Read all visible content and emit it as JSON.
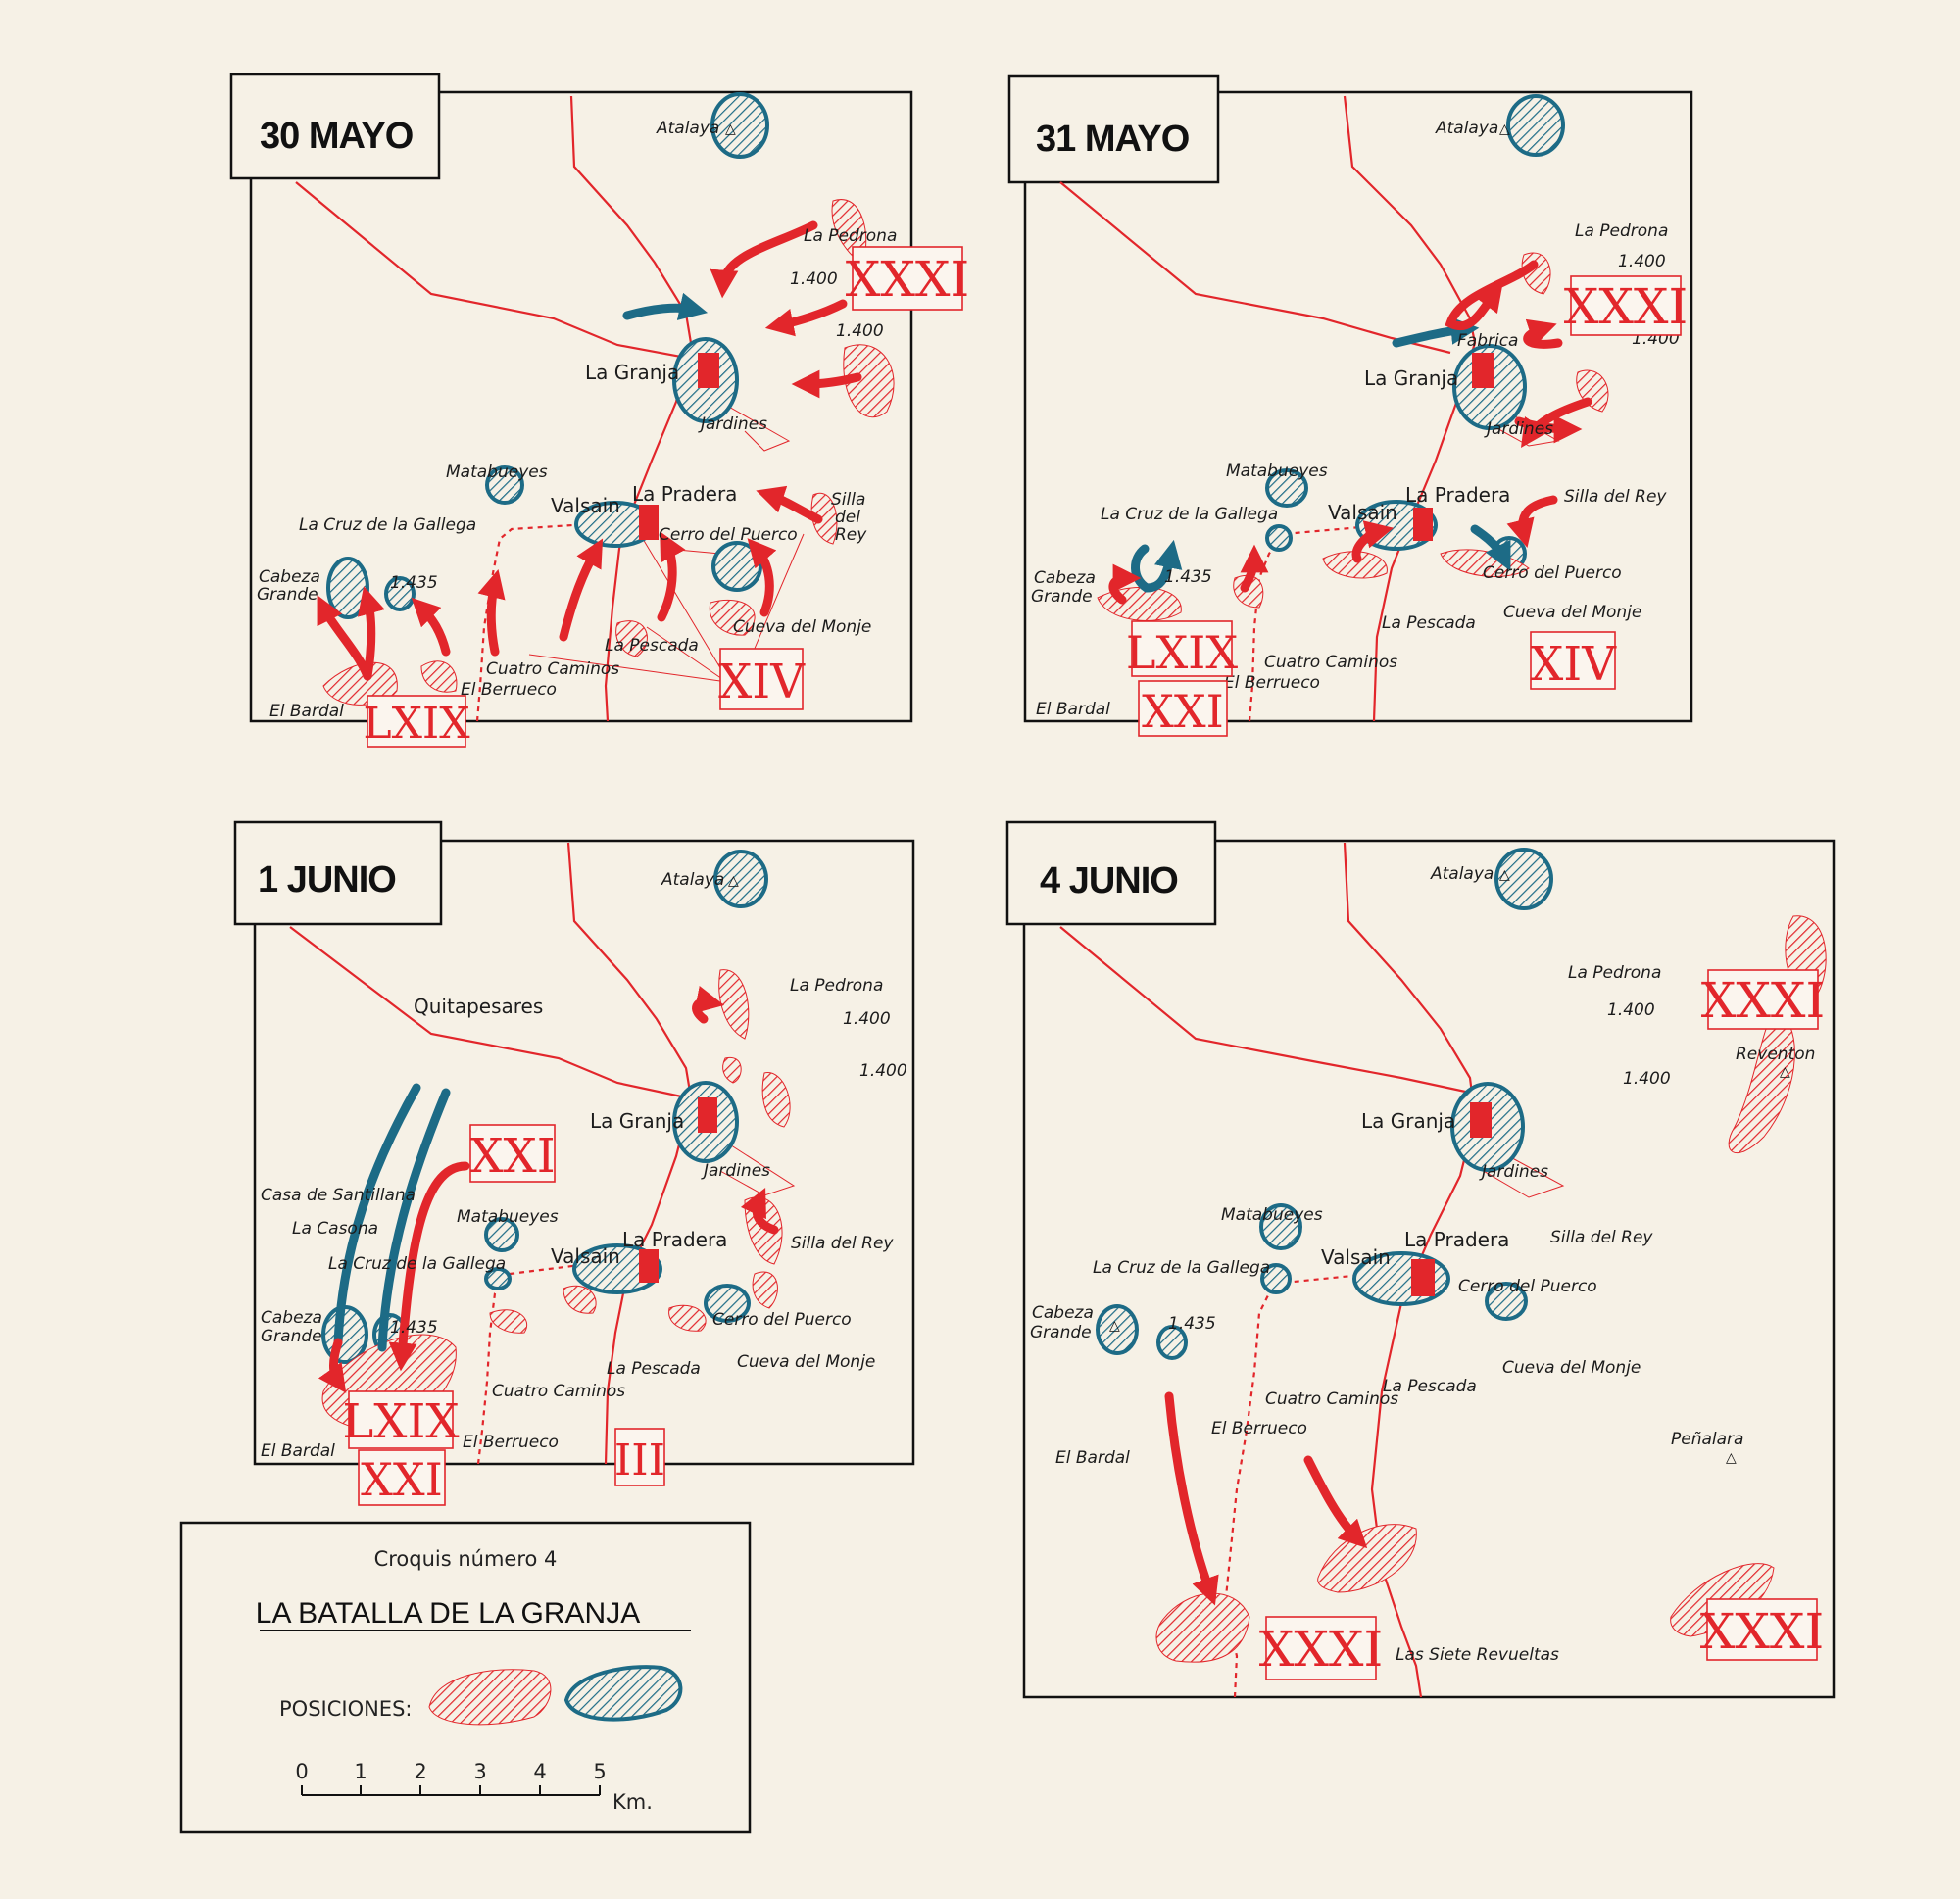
{
  "panels": [
    {
      "date": "30 MAYO",
      "places": {
        "atalaya": "Atalaya",
        "la_pedrona": "La Pedrona",
        "elev_1": "1.400",
        "elev_2": "1.400",
        "la_granja": "La Granja",
        "jardines": "Jardines",
        "matabueyes": "Matabueyes",
        "la_cruz": "La Cruz de la Gallega",
        "valsain": "Valsain",
        "la_pradera": "La Pradera",
        "cerro_puerco": "Cerro del Puerco",
        "silla_1": "Silla",
        "silla_2": "del",
        "silla_3": "Rey",
        "cabeza_1": "Cabeza",
        "cabeza_2": "Grande",
        "elev_3": "1.435",
        "cueva": "Cueva del Monje",
        "la_pescada": "La Pescada",
        "cuatro_caminos": "Cuatro Caminos",
        "el_berrueco": "El Berrueco",
        "el_bardal": "El Bardal"
      },
      "units": [
        "XXXI",
        "XIV",
        "LXIX"
      ]
    },
    {
      "date": "31 MAYO",
      "places": {
        "atalaya": "Atalaya",
        "la_pedrona": "La Pedrona",
        "elev_1": "1.400",
        "elev_2": "1.400",
        "fabrica": "Fabrica",
        "la_granja": "La Granja",
        "jardines": "Jardines",
        "matabueyes": "Matabueyes",
        "la_cruz": "La Cruz de la Gallega",
        "valsain": "Valsain",
        "la_pradera": "La Pradera",
        "silla": "Silla del Rey",
        "cerro_puerco": "Cerro del Puerco",
        "cabeza_1": "Cabeza",
        "cabeza_2": "Grande",
        "elev_3": "1.435",
        "la_pescada": "La Pescada",
        "cueva": "Cueva del Monje",
        "cuatro_caminos": "Cuatro Caminos",
        "el_berrueco": "El Berrueco",
        "el_bardal": "El Bardal"
      },
      "units": [
        "XXXI",
        "XIV",
        "LXIX",
        "XXI"
      ]
    },
    {
      "date": "1 JUNIO",
      "places": {
        "atalaya": "Atalaya",
        "la_pedrona": "La Pedrona",
        "elev_1": "1.400",
        "elev_2": "1.400",
        "quitapesares": "Quitapesares",
        "la_granja": "La Granja",
        "jardines": "Jardines",
        "casa_santillana": "Casa de Santillana",
        "la_casona": "La Casona",
        "matabueyes": "Matabueyes",
        "la_cruz": "La Cruz de la Gallega",
        "valsain": "Valsain",
        "la_pradera": "La Pradera",
        "silla": "Silla del Rey",
        "cabeza_1": "Cabeza",
        "cabeza_2": "Grande",
        "elev_3": "1.435",
        "cerro_puerco": "Cerro del Puerco",
        "la_pescada": "La Pescada",
        "cueva": "Cueva del Monje",
        "cuatro_caminos": "Cuatro Caminos",
        "el_bardal": "El Bardal",
        "el_berrueco": "El Berrueco"
      },
      "units": [
        "XXI",
        "LXIX",
        "XXI",
        "III"
      ]
    },
    {
      "date": "4 JUNIO",
      "places": {
        "atalaya": "Atalaya",
        "la_pedrona": "La Pedrona",
        "elev_1": "1.400",
        "elev_2": "1.400",
        "reventon": "Reventon",
        "la_granja": "La Granja",
        "jardines": "Jardines",
        "matabueyes": "Matabueyes",
        "la_cruz": "La Cruz de la Gallega",
        "valsain": "Valsain",
        "la_pradera": "La Pradera",
        "silla": "Silla del Rey",
        "cerro_puerco": "Cerro del Puerco",
        "cabeza_1": "Cabeza",
        "cabeza_2": "Grande",
        "elev_3": "1.435",
        "cueva": "Cueva del Monje",
        "cuatro_caminos": "Cuatro Caminos",
        "la_pescada": "La Pescada",
        "el_berrueco": "El Berrueco",
        "el_bardal": "El Bardal",
        "penalara": "Peñalara",
        "siete_revueltas": "Las Siete Revueltas"
      },
      "units": [
        "XXXI",
        "XXXI",
        "XXXI"
      ]
    }
  ],
  "legend": {
    "caption": "Croquis número 4",
    "title": "LA BATALLA DE LA GRANJA",
    "positions_label": "POSICIONES:",
    "scale_ticks": [
      "0",
      "1",
      "2",
      "3",
      "4",
      "5"
    ],
    "scale_unit": "Km."
  },
  "colors": {
    "nationalist_red": "#e2262b",
    "republican_blue": "#1d6b86",
    "paper": "#f6f1e6"
  }
}
